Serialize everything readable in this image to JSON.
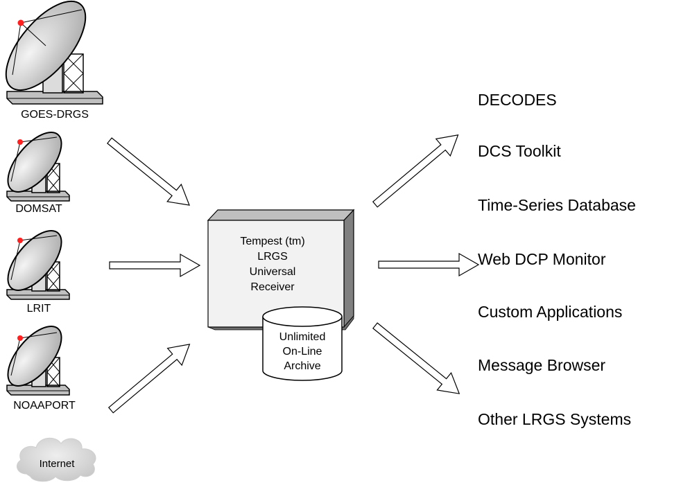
{
  "sources": [
    {
      "label": "GOES-DRGS",
      "icon": "satellite-dish-icon"
    },
    {
      "label": "DOMSAT",
      "icon": "satellite-dish-icon"
    },
    {
      "label": "LRIT",
      "icon": "satellite-dish-icon"
    },
    {
      "label": "NOAAPORT",
      "icon": "satellite-dish-icon"
    },
    {
      "label": "Internet",
      "icon": "cloud-icon"
    }
  ],
  "receiver": {
    "lines": [
      "Tempest (tm)",
      "LRGS",
      "Universal",
      "Receiver"
    ]
  },
  "archive": {
    "lines": [
      "Unlimited",
      "On-Line",
      "Archive"
    ]
  },
  "outputs": [
    "DECODES",
    "DCS Toolkit",
    "Time-Series Database",
    "Web DCP Monitor",
    "Custom Applications",
    "Message Browser",
    "Other LRGS Systems"
  ],
  "colors": {
    "box_face": "#f2f2f2",
    "box_side": "#808080",
    "box_top": "#bfbfbf",
    "dish": "#d9d9d9",
    "base": "#c0c0c0",
    "feed": "#ff2020",
    "cloud": "#d9d9d9"
  }
}
